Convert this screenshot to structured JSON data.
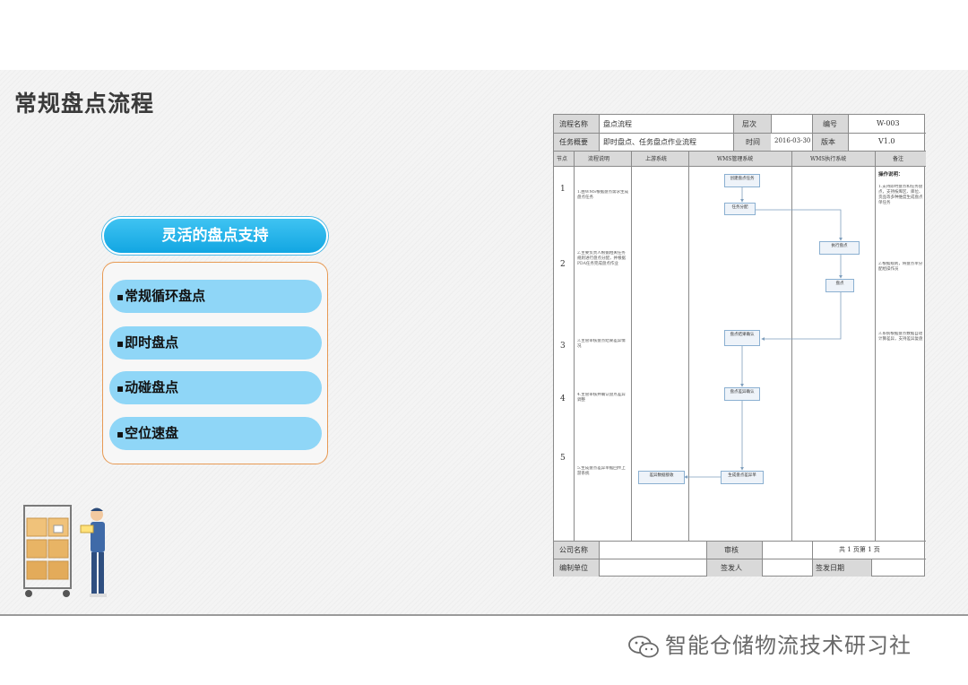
{
  "title": "常规盘点流程",
  "feature": {
    "header": "灵活的盘点支持",
    "items": [
      {
        "bullet": "▪",
        "label": "常规循环盘点"
      },
      {
        "bullet": "▪",
        "label": "即时盘点"
      },
      {
        "bullet": "▪",
        "label": "动碰盘点"
      },
      {
        "bullet": "▪",
        "label": "空位速盘"
      }
    ]
  },
  "doc": {
    "header": {
      "flow_name_label": "流程名称",
      "flow_name_value": "盘点流程",
      "level_label": "层次",
      "number_label": "编号",
      "number_value": "W-003",
      "overview_label": "任务概要",
      "overview_value": "即时盘点、任务盘点作业流程",
      "time_label": "时间",
      "time_value": "2016-03-30",
      "version_label": "版本",
      "version_value": "V1.0"
    },
    "columns": [
      "节点",
      "流程说明",
      "上游系统",
      "WMS管理系统",
      "WMS执行系统",
      "备注"
    ],
    "steps": [
      "1",
      "2",
      "3",
      "4",
      "5"
    ],
    "descriptions": [
      "1.由WMS根据盘点需求生成盘点任务",
      "2.主要负责人根据相关任务规则进行盘点分配，并根据PDA任务完成盘点作业",
      "3.主管审核盘点结果差异情况",
      "4.主管审核并确认盘点差异调整",
      "5.生成盘点差异单据回传上游系统"
    ],
    "remarks_title": "操作说明：",
    "remarks": [
      "1.支持即时盘点和任务盘点，支持按库区、库位、货品等多种维度生成盘点单任务",
      "2.根据规则，将盘点单分配给操作员",
      "3.系统根据盘点数据自动计算差异，支持差异复盘"
    ],
    "boxes": {
      "create_task": "创建盘点任务",
      "assign": "任务分配",
      "execute": "执行盘点",
      "count": "盘点",
      "review1": "盘点结果确认",
      "review2": "盘点差异确认",
      "gen_diff": "生成盘点差异单",
      "upstream_diff": "差异数据接收"
    },
    "footer": {
      "company_label": "公司名称",
      "review_label": "审核",
      "pages_text": "共  1  页第  1  页",
      "dept_label": "编制单位",
      "approver_label": "签发人",
      "issue_date_label": "签发日期"
    }
  },
  "watermark": "智能仓储物流技术研习社"
}
